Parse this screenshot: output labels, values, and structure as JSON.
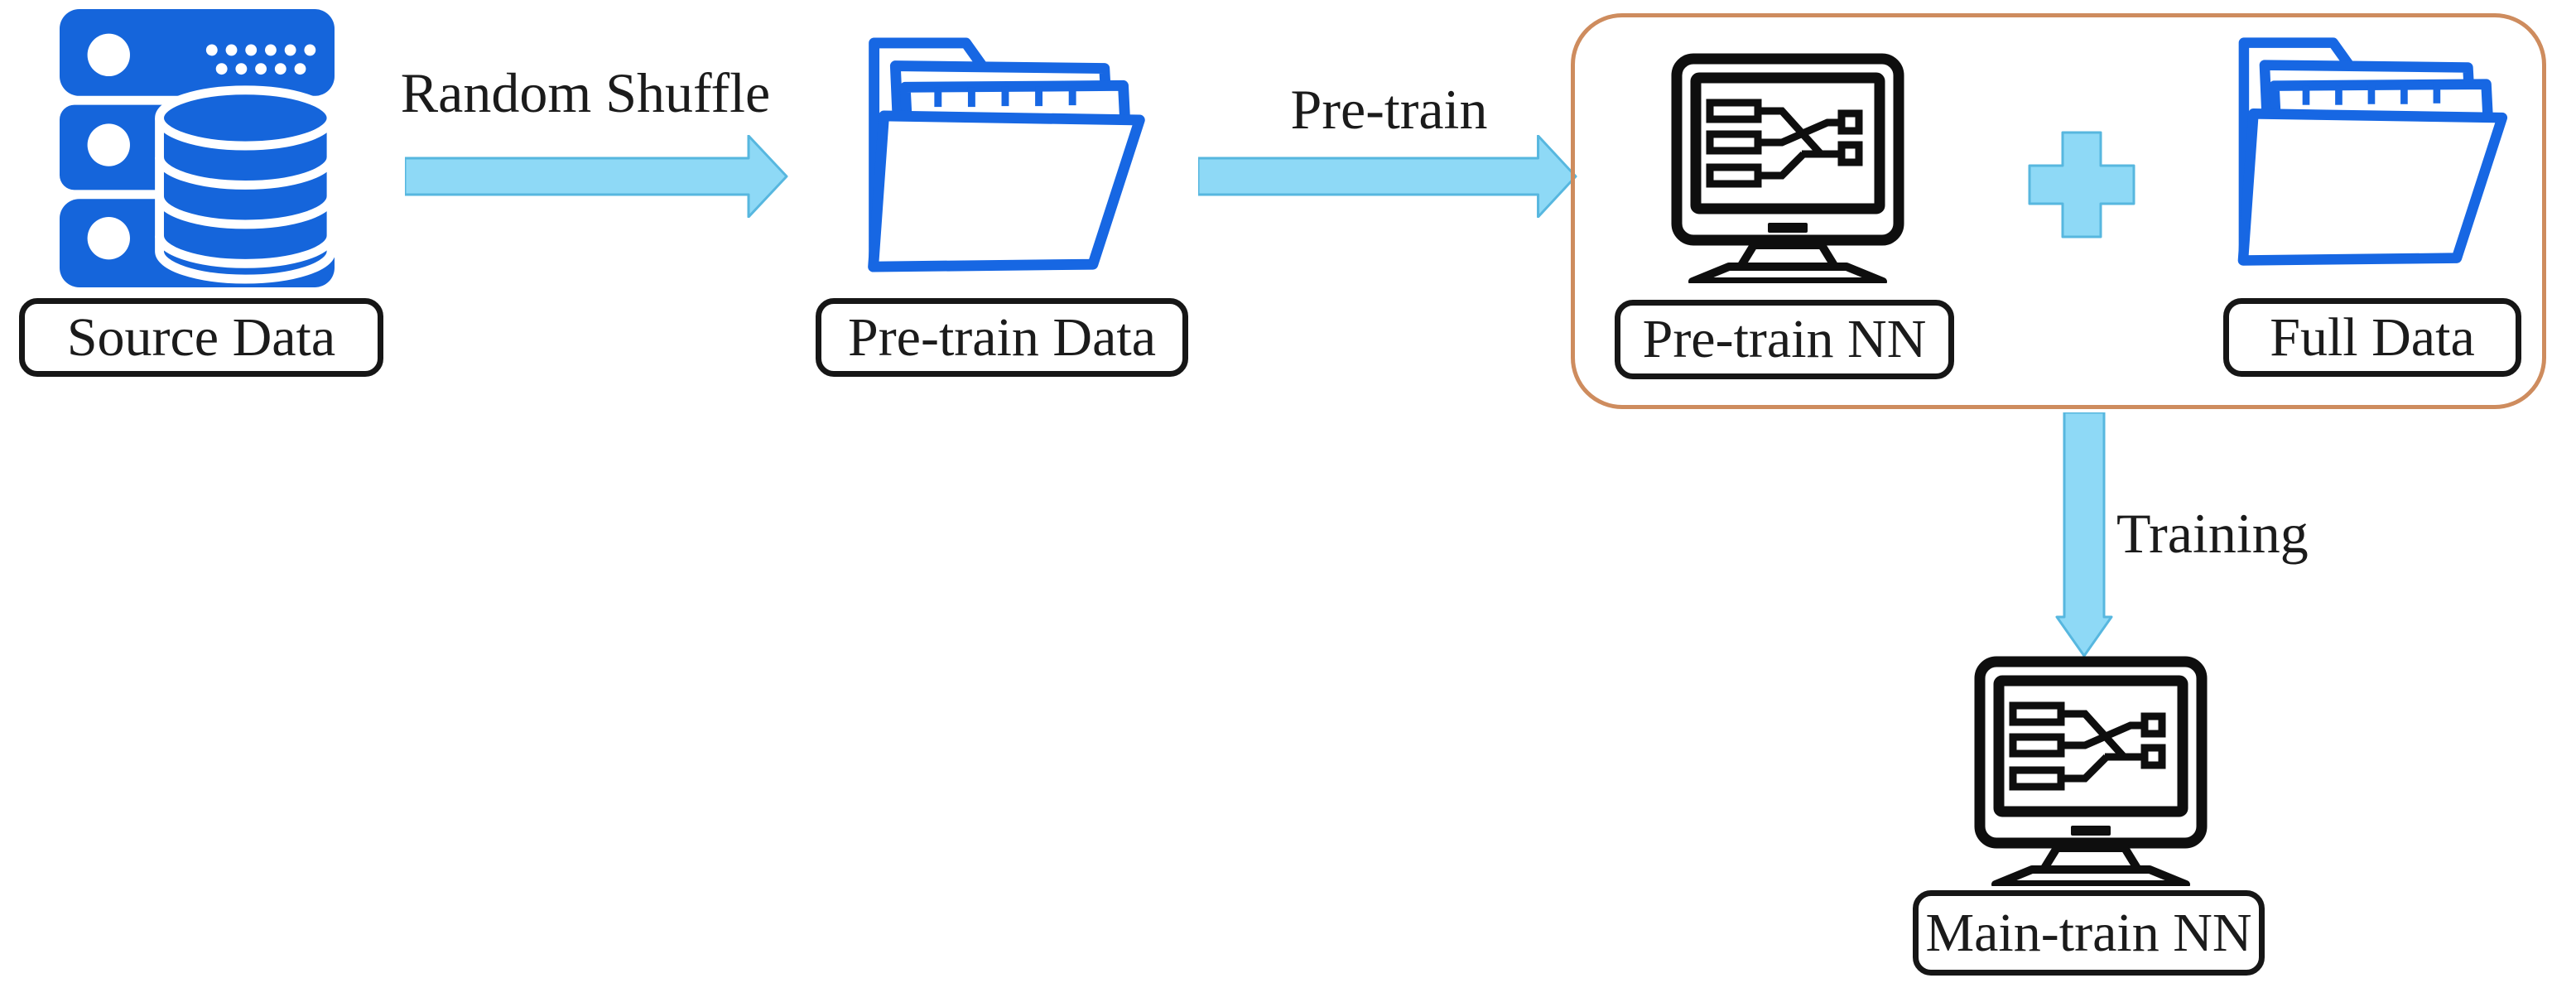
{
  "colors": {
    "icon_blue": "#1565db",
    "folder_blue": "#1767e3",
    "arrow_fill": "#8ed9f6",
    "arrow_stroke": "#57b7df",
    "orange_border": "#ce8c5e",
    "box_border": "#161616",
    "text": "#1b1b1b",
    "background": "#ffffff"
  },
  "nodes": {
    "source_data": {
      "label": "Source Data",
      "icon": "database-server-icon"
    },
    "pretrain_data": {
      "label": "Pre-train Data",
      "icon": "folder-icon"
    },
    "pretrain_nn": {
      "label": "Pre-train NN",
      "icon": "monitor-neural-network-icon"
    },
    "full_data": {
      "label": "Full Data",
      "icon": "folder-icon"
    },
    "maintrain_nn": {
      "label": "Main-train NN",
      "icon": "monitor-neural-network-icon"
    }
  },
  "edges": {
    "random_shuffle": {
      "label": "Random Shuffle",
      "direction": "right"
    },
    "pretrain": {
      "label": "Pre-train",
      "direction": "right"
    },
    "training": {
      "label": "Training",
      "direction": "down"
    }
  },
  "operators": {
    "plus": {
      "icon": "plus-icon",
      "meaning": "combine Pre-train NN with Full Data"
    }
  }
}
